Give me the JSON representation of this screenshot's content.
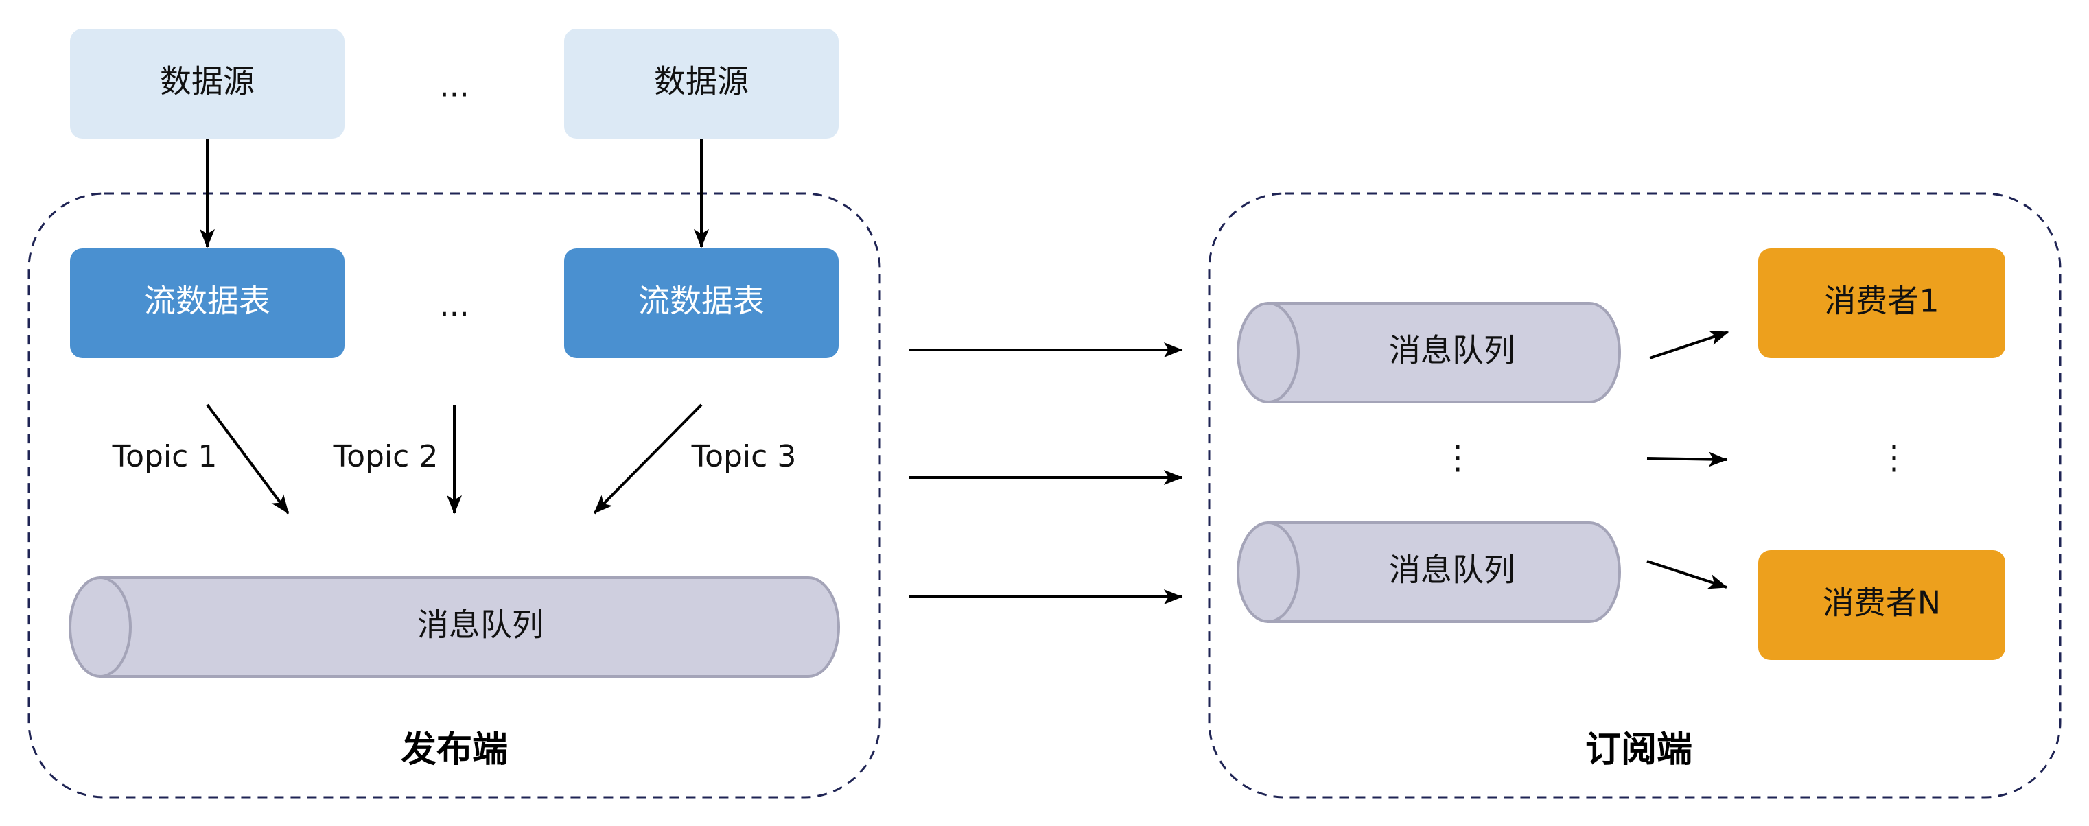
{
  "publisher": {
    "title": "发布端",
    "sources": [
      "数据源",
      "数据源"
    ],
    "tables": [
      "流数据表",
      "流数据表"
    ],
    "ellipsis_sources": "...",
    "ellipsis_tables": "...",
    "topics": [
      "Topic 1",
      "Topic 2",
      "Topic 3"
    ],
    "queue": "消息队列"
  },
  "subscriber": {
    "title": "订阅端",
    "queues": [
      "消息队列",
      "消息队列"
    ],
    "queue_ellipsis": "⋮",
    "consumers": [
      "消费者1",
      "消费者N"
    ],
    "consumer_ellipsis": "⋮"
  },
  "colors": {
    "source_fill": "#dce9f5",
    "table_fill": "#4a90d0",
    "consumer_fill": "#eda01d",
    "queue_fill": "#cfcfdf",
    "queue_stroke": "#a4a4b8",
    "group_border": "#1f2454",
    "arrow": "#000000"
  }
}
